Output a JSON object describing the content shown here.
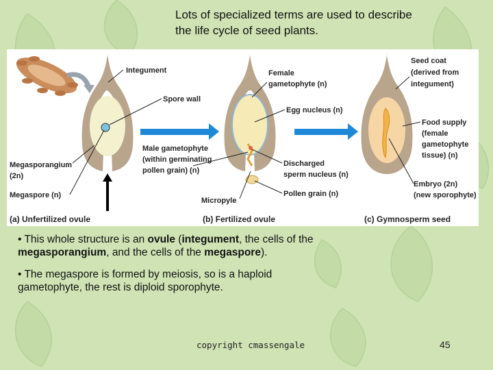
{
  "title": "Lots of specialized terms are used to describe the life cycle of seed plants.",
  "diagram": {
    "labels": {
      "integument": "Integument",
      "spore_wall": "Spore wall",
      "megasporangium": "Megasporangium",
      "megasporangium_ploidy": "(2n)",
      "megaspore": "Megaspore (n)",
      "male_gametophyte_1": "Male gametophyte",
      "male_gametophyte_2": "(within germinating",
      "male_gametophyte_3": "pollen grain) (n)",
      "female_gametophyte_1": "Female",
      "female_gametophyte_2": "gametophyte (n)",
      "egg_nucleus": "Egg nucleus (n)",
      "discharged_1": "Discharged",
      "discharged_2": "sperm nucleus (n)",
      "micropyle": "Micropyle",
      "pollen_grain": "Pollen grain (n)",
      "seed_coat_1": "Seed coat",
      "seed_coat_2": "(derived from",
      "seed_coat_3": "integument)",
      "food_supply_1": "Food supply",
      "food_supply_2": "(female",
      "food_supply_3": "gametophyte",
      "food_supply_4": "tissue) (n)",
      "embryo_1": "Embryo (2n)",
      "embryo_2": "(new sporophyte)"
    },
    "captions": {
      "a": "(a) Unfertilized ovule",
      "b": "(b) Fertilized ovule",
      "c": "(c) Gymnosperm seed"
    }
  },
  "bullets": {
    "b1_part1": "• This whole structure is an ",
    "b1_ovule": "ovule",
    "b1_part2": " (",
    "b1_integument": "integument",
    "b1_part3": ", the cells of the ",
    "b1_megasporangium": "megasporangium",
    "b1_part4": ", and the cells of the ",
    "b1_megaspore": "megaspore",
    "b1_part5": ").",
    "b2": "• The megaspore is formed by meiosis, so is a haploid gametophyte, the rest is diploid sporophyte."
  },
  "footer": {
    "copyright": "copyright cmassengale",
    "page_number": "45"
  },
  "colors": {
    "background": "#cfe3b4",
    "integument": "#b9a48c",
    "flow_arrow": "#1e88d8",
    "food_supply": "#f2b24a"
  }
}
